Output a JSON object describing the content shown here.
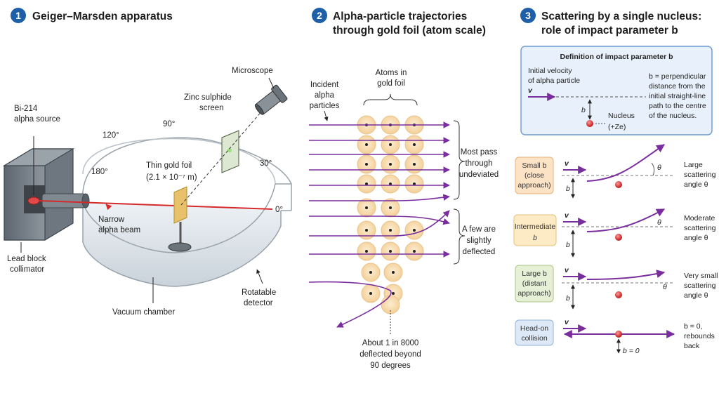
{
  "panel1": {
    "number": "1",
    "title": "Geiger–Marsden apparatus",
    "labels": {
      "source": [
        "Bi-214",
        "alpha source"
      ],
      "lead_block": [
        "Lead block",
        "collimator"
      ],
      "narrow_beam": [
        "Narrow",
        "alpha beam"
      ],
      "vacuum_chamber": "Vacuum chamber",
      "rotatable_detector": [
        "Rotatable",
        "detector"
      ],
      "gold_foil": [
        "Thin gold foil",
        "(2.1 × 10⁻⁷ m)"
      ],
      "zinc_screen": [
        "Zinc sulphide",
        "screen"
      ],
      "microscope": "Microscope",
      "angles": [
        "0°",
        "30°",
        "90°",
        "120°",
        "180°"
      ]
    }
  },
  "panel2": {
    "number": "2",
    "title_lines": [
      "Alpha-particle trajectories",
      "through gold foil (atom scale)"
    ],
    "labels": {
      "incident": [
        "Incident",
        "alpha",
        "particles"
      ],
      "atoms": [
        "Atoms in",
        "gold foil"
      ],
      "most_pass": [
        "Most pass",
        "through",
        "undeviated"
      ],
      "few_deflected": [
        "A few are",
        "slightly",
        "deflected"
      ],
      "rare": [
        "About 1 in 8000",
        "deflected beyond",
        "90 degrees"
      ]
    }
  },
  "panel3": {
    "number": "3",
    "title_lines": [
      "Scattering by a single nucleus:",
      "role of impact parameter b"
    ],
    "definition": {
      "heading": "Definition of impact parameter b",
      "velocity_label": [
        "Initial velocity",
        "of alpha particle"
      ],
      "v": "v",
      "b": "b",
      "nucleus": [
        "Nucleus",
        "(+Ze)"
      ],
      "explanation": [
        "b = perpendicular",
        "distance from the",
        "initial straight-line",
        "path to the centre",
        "of the nucleus."
      ]
    },
    "cases": [
      {
        "box": [
          "Small b",
          "(close",
          "approach)"
        ],
        "result": [
          "Large",
          "scattering",
          "angle θ"
        ],
        "box_color": "#fde3c6",
        "box_border": "#e9b27a"
      },
      {
        "box": [
          "Intermediate",
          "b"
        ],
        "result": [
          "Moderate",
          "scattering",
          "angle θ"
        ],
        "box_color": "#fdebc6",
        "box_border": "#e6c27a"
      },
      {
        "box": [
          "Large b",
          "(distant",
          "approach)"
        ],
        "result": [
          "Very small",
          "scattering",
          "angle θ"
        ],
        "box_color": "#e5f0d6",
        "box_border": "#a9c585"
      },
      {
        "box": [
          "Head-on",
          "collision"
        ],
        "result": [
          "b = 0,",
          "rebounds",
          "back"
        ],
        "box_color": "#dde9f7",
        "box_border": "#93b3d9"
      }
    ],
    "theta": "θ",
    "b_zero": "b = 0"
  },
  "colors": {
    "number_blue": "#1f5fa8",
    "trajectory_purple": "#7a2e9e",
    "beam_red": "#d62a2a",
    "atom_fill": "#f8dcae",
    "definition_bg": "#e8f1fb",
    "definition_border": "#6d9bd1"
  }
}
